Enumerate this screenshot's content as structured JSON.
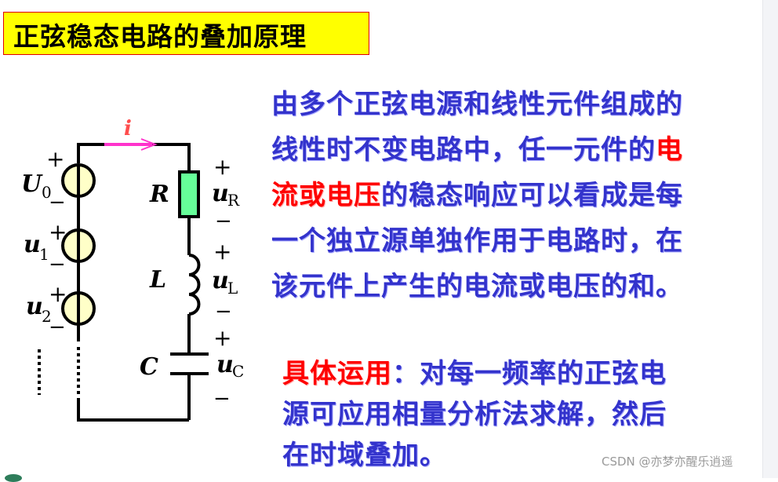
{
  "title": "正弦稳态电路的叠加原理",
  "circuit": {
    "current_label": "i",
    "sources": [
      {
        "name": "U",
        "sub": "0",
        "plus": "+",
        "minus": "−"
      },
      {
        "name": "u",
        "sub": "1",
        "plus": "+",
        "minus": "−"
      },
      {
        "name": "u",
        "sub": "2",
        "plus": "+",
        "minus": "−"
      }
    ],
    "components": [
      {
        "label": "R",
        "voltage": "u",
        "voltage_sub": "R",
        "plus": "+",
        "minus": "−"
      },
      {
        "label": "L",
        "voltage": "u",
        "voltage_sub": "L",
        "plus": "+",
        "minus": "−"
      },
      {
        "label": "C",
        "voltage": "u",
        "voltage_sub": "C",
        "plus": "+",
        "minus": "−"
      }
    ],
    "colors": {
      "wire": "#000000",
      "source_fill": "#ffffc8",
      "resistor_fill": "#66ff99",
      "current_arrow": "#ff33cc",
      "current_label": "#ff4d4d"
    }
  },
  "paragraph1": {
    "line1": "由多个正弦电源和线性元件组成的",
    "line2_a": "线性时不变电路中，任一元件的",
    "line2_red": "电",
    "line3_red": "流或电压",
    "line3_b": "的稳态响应可以看成是每",
    "line4": "一个独立源单独作用于电路时，在",
    "line5": "该元件上产生的电流或电压的和。"
  },
  "paragraph2": {
    "line1_red": "具体运用",
    "line1_b": "：对每一频率的正弦电",
    "line2": "源可应用相量分析法求解，然后",
    "line3": "在时域叠加。"
  },
  "watermark": "CSDN @亦梦亦醒乐逍遥",
  "colors": {
    "text_blue": "#3333cc",
    "text_red": "#ff0000",
    "title_bg": "#ffff00",
    "title_border": "#e00000"
  }
}
